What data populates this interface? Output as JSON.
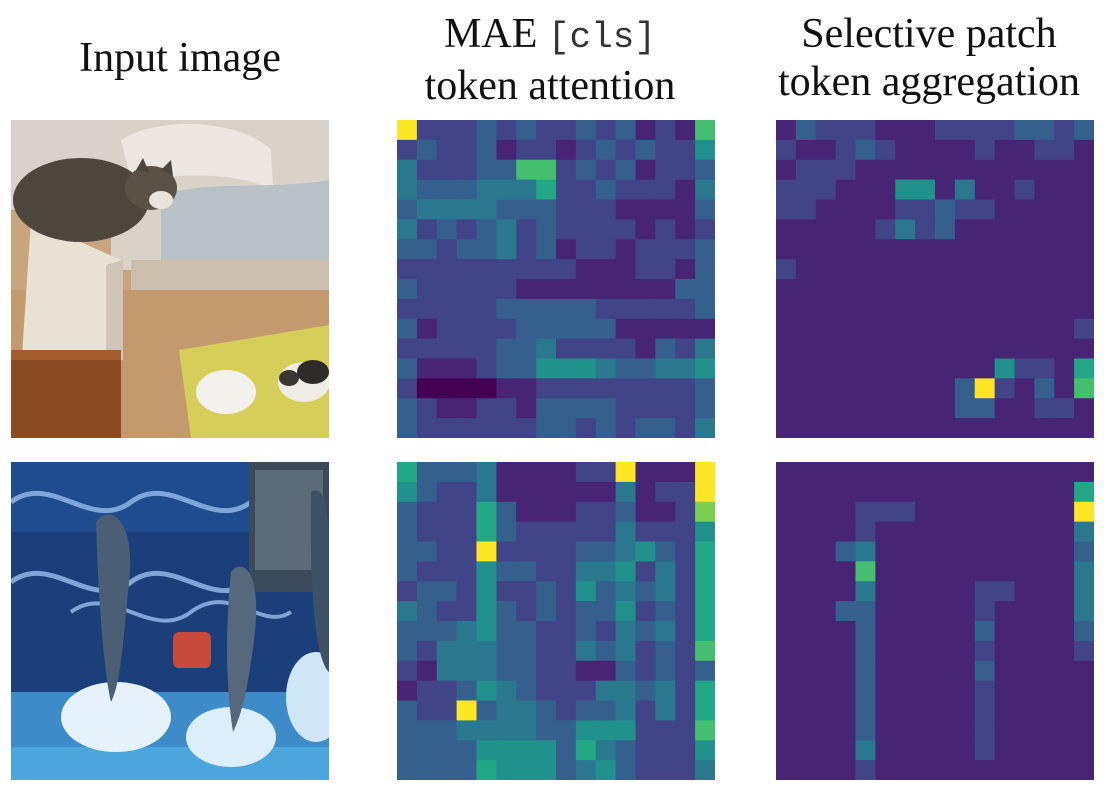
{
  "figure": {
    "headers": {
      "input": "Input image",
      "mae_prefix": "MAE",
      "mae_token": "[cls]",
      "mae_line2": "token attention",
      "sel_line1": "Selective patch",
      "sel_line2": "token aggregation"
    },
    "rows": [
      {
        "scene": "cat-and-guinea-pigs-photo",
        "mae_attention": [
          "9222323223231217",
          "2322312212323225",
          "4222337723231223",
          "4333444622322214",
          "3444433322211113",
          "4232342322221212",
          "3323342312212223",
          "2222222221112213",
          "3222221111111133",
          "2222233333222223",
          "3122223333311111",
          "2222233422221324",
          "3111233555433445",
          "2000011222222223",
          "3211221333322223",
          "3222222332323324"
        ],
        "selective_aggregation": [
          "1322211122223323",
          "2112321111211221",
          "1222111111111111",
          "2221115514112111",
          "2211112232211111",
          "1111124231111111",
          "1111111111111111",
          "2111111111111111",
          "1111111111111111",
          "1111111111111111",
          "1111111111111112",
          "1111111111111111",
          "1111111111152216",
          "1111111113921317",
          "1111111113311221",
          "1111111111111111"
        ]
      },
      {
        "scene": "dolphins-jumping-photo",
        "mae_attention": [
          "6333411112291119",
          "5322411111141229",
          "3222631112231128",
          "3222632222242225",
          "3322922223345326",
          "3222533224452426",
          "2332522325343426",
          "4322532323352326",
          "3334533223243426",
          "3244433224342327",
          "2144433221132323",
          "1223543222443426",
          "3229344323342426",
          "3334444335552227",
          "3333555536432225",
          "3333655534532224"
        ],
        "selective_aggregation": [
          "1111111111111111",
          "1111111111111116",
          "1111222111111119",
          "1111211111111114",
          "1113411111111113",
          "1111711111111114",
          "1111411111221114",
          "1113311111211114",
          "1111311111311113",
          "1111311111211112",
          "1111311111311111",
          "1111311111211111",
          "1111311111211111",
          "1111311111211111",
          "1111411111211111",
          "1111211111111111"
        ]
      }
    ],
    "colormap": [
      "#440154",
      "#482475",
      "#414487",
      "#355f8d",
      "#2a788e",
      "#21918c",
      "#22a884",
      "#44bf70",
      "#7ad151",
      "#fde725"
    ]
  }
}
